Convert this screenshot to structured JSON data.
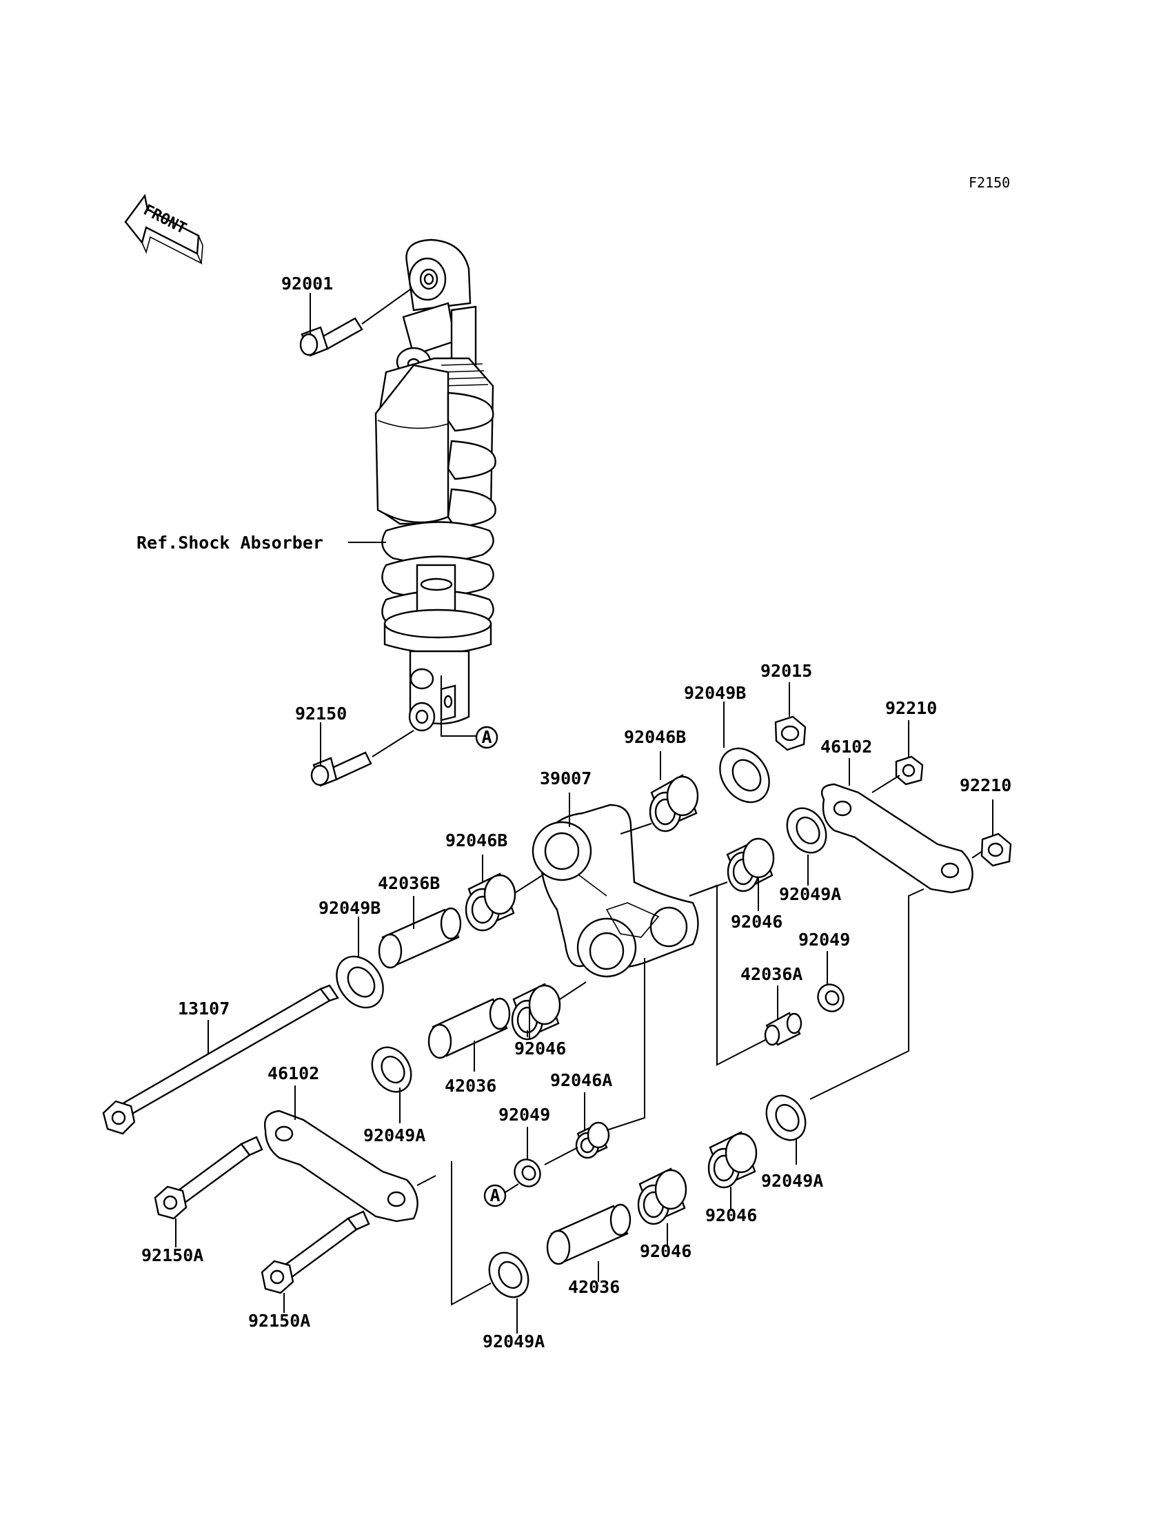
{
  "diagram_code": "F2150",
  "front_label": "FRONT",
  "ref_label": "Ref.Shock Absorber",
  "marker_A": "A",
  "labels": {
    "p92001": "92001",
    "p92150": "92150",
    "p92015": "92015",
    "p92049B_top": "92049B",
    "p92210_top": "92210",
    "p46102_right": "46102",
    "p92046B_top": "92046B",
    "p92210_right": "92210",
    "p39007": "39007",
    "p92046B_mid": "92046B",
    "p42036B": "42036B",
    "p92049A_right": "92049A",
    "p92049B_left": "92049B",
    "p92046_right": "92046",
    "p92049_right": "92049",
    "p42036A": "42036A",
    "p13107": "13107",
    "p92046_mid": "92046",
    "p46102_left": "46102",
    "p42036_mid": "42036",
    "p92046A": "92046A",
    "p92049A_left": "92049A",
    "p92049_mid": "92049",
    "p92049A_bright": "92049A",
    "p92046_bright": "92046",
    "p92150A_top": "92150A",
    "p92046_bmid": "92046",
    "p42036_bottom": "42036",
    "p92150A_bottom": "92150A",
    "p92049A_bottom": "92049A"
  }
}
